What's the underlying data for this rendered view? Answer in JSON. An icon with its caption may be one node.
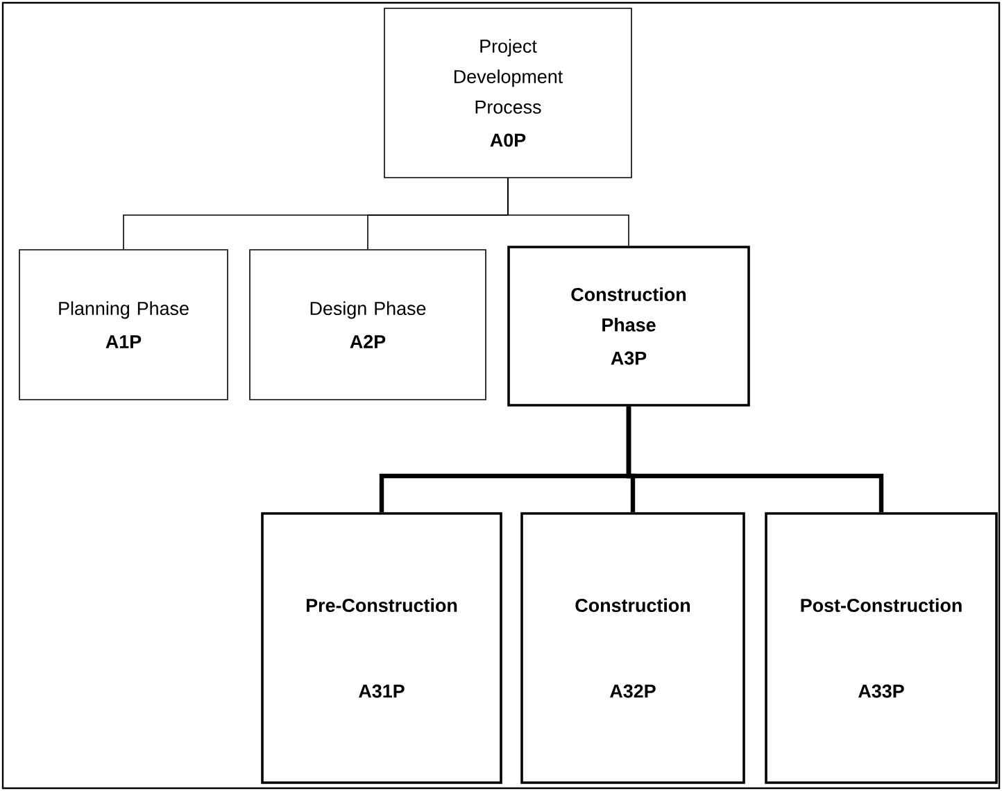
{
  "diagram": {
    "nodes": [
      {
        "text": [
          "Project Development Process",
          "A0P"
        ]
      },
      {
        "text": [
          "Planning Phase",
          "A1P"
        ]
      },
      {
        "text": [
          "Design Phase",
          "A2P"
        ]
      },
      {
        "text": [
          "Construction Phase",
          "A3P"
        ]
      },
      {
        "text": [
          "Pre-Construction",
          "A31P"
        ]
      },
      {
        "text": [
          "Construction",
          "A32P"
        ]
      },
      {
        "text": [
          "Post-Construction",
          "A33P"
        ]
      }
    ],
    "edges": [
      {
        "from": 0,
        "to": 1,
        "arrow": "none"
      },
      {
        "from": 0,
        "to": 2,
        "arrow": "none"
      },
      {
        "from": 0,
        "to": 3,
        "arrow": "none"
      },
      {
        "from": 3,
        "to": 4,
        "arrow": "none",
        "style": "thick"
      },
      {
        "from": 3,
        "to": 5,
        "arrow": "none",
        "style": "thick"
      },
      {
        "from": 3,
        "to": 6,
        "arrow": "none",
        "style": "thick"
      }
    ]
  }
}
